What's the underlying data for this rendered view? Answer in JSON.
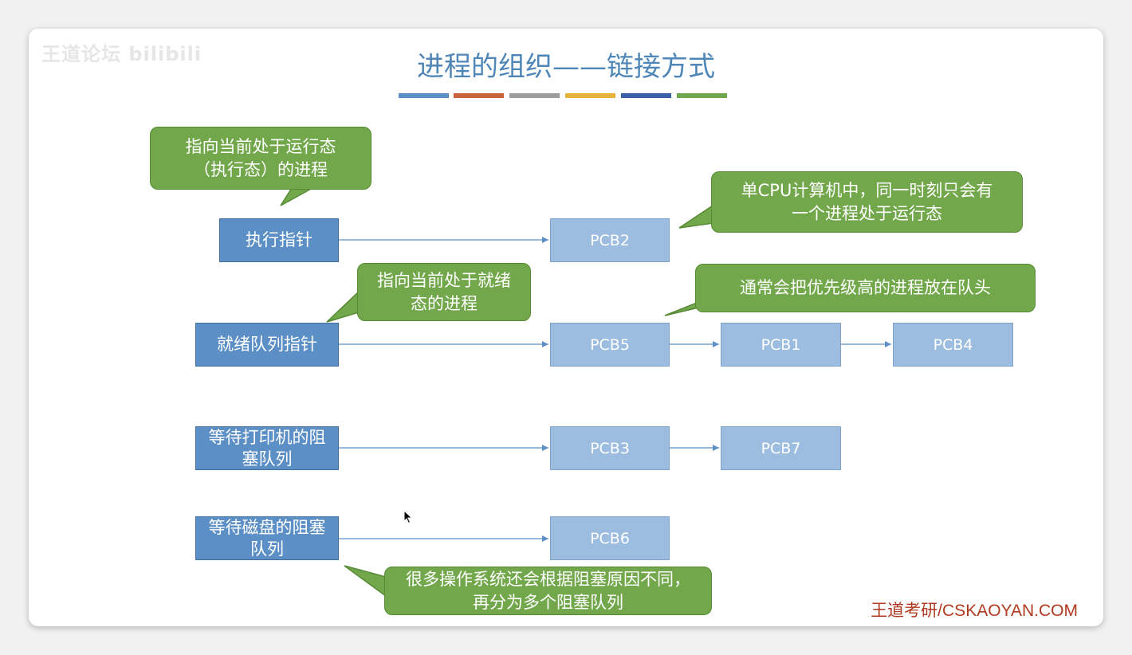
{
  "watermark": "王道论坛 bilibili",
  "title": "进程的组织——链接方式",
  "color_bar": [
    "#5b8fc6",
    "#c8643c",
    "#9e9e9e",
    "#e7b33d",
    "#3b5ea8",
    "#6fa84c"
  ],
  "pointers": {
    "exec": "执行指针",
    "ready": "就绪队列指针",
    "printer": "等待打印机的阻塞队列",
    "disk": "等待磁盘的阻塞队列"
  },
  "pcbs": {
    "pcb2": "PCB2",
    "pcb5": "PCB5",
    "pcb1": "PCB1",
    "pcb4": "PCB4",
    "pcb3": "PCB3",
    "pcb7": "PCB7",
    "pcb6": "PCB6"
  },
  "callouts": {
    "exec_note": "指向当前处于运行态（执行态）的进程",
    "single_cpu": "单CPU计算机中，同一时刻只会有一个进程处于运行态",
    "ready_note": "指向当前处于就绪态的进程",
    "priority_note": "通常会把优先级高的进程放在队头",
    "block_note": "很多操作系统还会根据阻塞原因不同，再分为多个阻塞队列"
  },
  "footer": "王道考研/CSKAOYAN.COM",
  "colors": {
    "pointer_box": "#5b8fc6",
    "pcb_box": "#9dbde0",
    "callout": "#72a84b",
    "title": "#4f86b8",
    "footer": "#b03a20"
  }
}
